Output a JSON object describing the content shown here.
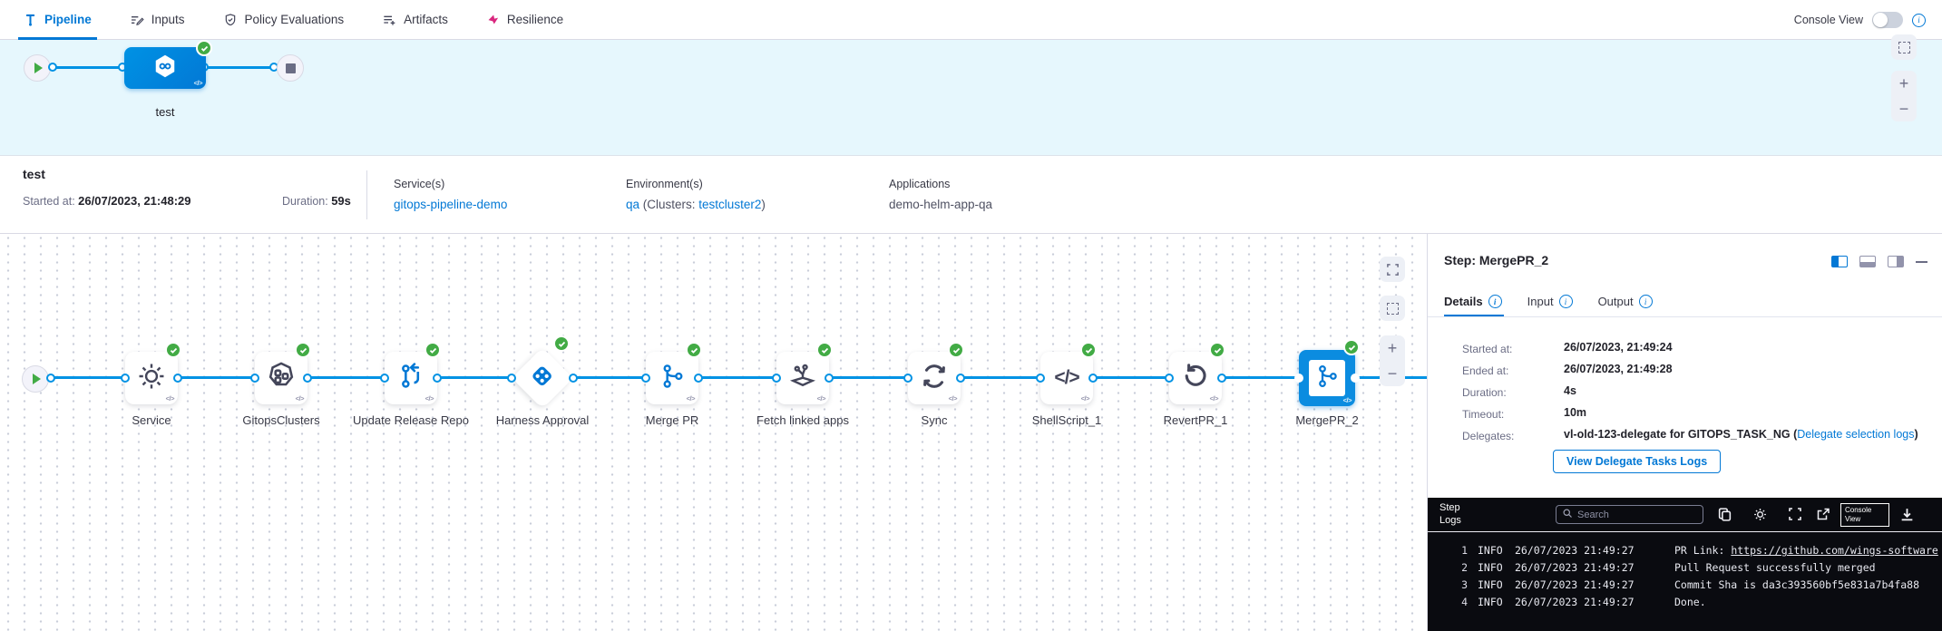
{
  "colors": {
    "accent": "#0278d5",
    "connector": "#0092e4",
    "success": "#42ab45",
    "resilience": "#d9277e",
    "console_bg": "#0a0b10",
    "stage_strip_bg": "#e6f7fd"
  },
  "nav": {
    "tabs": [
      {
        "label": "Pipeline",
        "active": true
      },
      {
        "label": "Inputs",
        "active": false
      },
      {
        "label": "Policy Evaluations",
        "active": false
      },
      {
        "label": "Artifacts",
        "active": false
      },
      {
        "label": "Resilience",
        "active": false
      }
    ],
    "console_view_label": "Console View"
  },
  "stage_graph": {
    "stage_label": "test"
  },
  "run_info": {
    "pipeline_name": "test",
    "started_label": "Started at: ",
    "started_value": "26/07/2023, 21:48:29",
    "duration_label": "Duration: ",
    "duration_value": "59s",
    "services_label": "Service(s)",
    "services_value": "gitops-pipeline-demo",
    "environments_label": "Environment(s)",
    "environment_name": "qa",
    "environment_mid": " (Clusters: ",
    "cluster_name": "testcluster2",
    "environment_end": ")",
    "applications_label": "Applications",
    "applications_value": "demo-helm-app-qa"
  },
  "canvas": {
    "steps": [
      {
        "label": "Service",
        "icon": "gear-icon",
        "status": "success"
      },
      {
        "label": "GitopsClusters",
        "icon": "clusters-icon",
        "status": "success"
      },
      {
        "label": "Update Release Repo",
        "icon": "update-repo-icon",
        "status": "success"
      },
      {
        "label": "Harness Approval",
        "icon": "approval-icon",
        "status": "success"
      },
      {
        "label": "Merge PR",
        "icon": "git-branch-icon",
        "status": "success"
      },
      {
        "label": "Fetch linked apps",
        "icon": "fetch-apps-icon",
        "status": "success"
      },
      {
        "label": "Sync",
        "icon": "sync-icon",
        "status": "success"
      },
      {
        "label": "ShellScript_1",
        "icon": "code-icon",
        "status": "success"
      },
      {
        "label": "RevertPR_1",
        "icon": "revert-icon",
        "status": "success"
      },
      {
        "label": "MergePR_2",
        "icon": "git-branch-icon",
        "status": "success",
        "selected": true
      }
    ]
  },
  "step_panel": {
    "title": "Step: MergePR_2",
    "tabs": [
      "Details",
      "Input",
      "Output"
    ],
    "details": {
      "rows": [
        {
          "label": "Started at:",
          "value": "26/07/2023, 21:49:24"
        },
        {
          "label": "Ended at:",
          "value": "26/07/2023, 21:49:28"
        },
        {
          "label": "Duration:",
          "value": "4s"
        },
        {
          "label": "Timeout:",
          "value": "10m"
        }
      ],
      "delegates_label": "Delegates:",
      "delegates_value": "vl-old-123-delegate for GITOPS_TASK_NG (",
      "delegates_link": "Delegate selection logs",
      "delegates_suffix": ")",
      "view_logs_button": "View Delegate Tasks Logs"
    }
  },
  "logs": {
    "title": "Step Logs",
    "search_placeholder": "Search",
    "console_view_label": "Console View",
    "lines": [
      {
        "num": "1",
        "level": "INFO",
        "time": "26/07/2023 21:49:27",
        "message": "PR Link: ",
        "link": "https://github.com/wings-software"
      },
      {
        "num": "2",
        "level": "INFO",
        "time": "26/07/2023 21:49:27",
        "message": "Pull Request successfully merged"
      },
      {
        "num": "3",
        "level": "INFO",
        "time": "26/07/2023 21:49:27",
        "message": "Commit Sha is da3c393560bf5e831a7b4fa88"
      },
      {
        "num": "4",
        "level": "INFO",
        "time": "26/07/2023 21:49:27",
        "message": "Done."
      }
    ]
  }
}
